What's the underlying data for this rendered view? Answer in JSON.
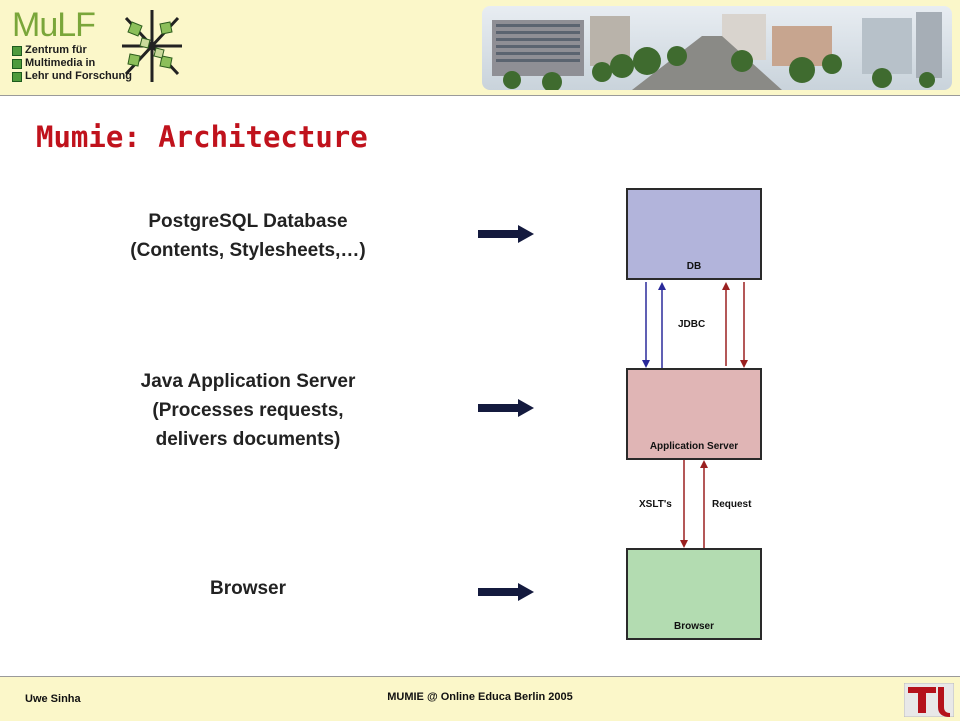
{
  "header": {
    "logo": {
      "name": "MuLF",
      "lines": [
        "Zentrum für",
        "Multimedia in",
        "Lehr und Forschung"
      ]
    }
  },
  "slide": {
    "title": "Mumie: Architecture"
  },
  "layers": [
    {
      "lines": [
        "PostgreSQL Database",
        "(Contents, Stylesheets,…)"
      ],
      "box_label": "DB",
      "box_color": "#b2b4db"
    },
    {
      "lines": [
        "Java Application Server",
        "(Processes requests,",
        "delivers documents)"
      ],
      "box_label": "Application Server",
      "box_color": "#e0b5b5"
    },
    {
      "lines": [
        "Browser"
      ],
      "box_label": "Browser",
      "box_color": "#b3dcb1"
    }
  ],
  "connections": {
    "db_app": "JDBC",
    "app_browser_down": "XSLT's",
    "app_browser_up": "Request"
  },
  "colors": {
    "title": "#c0121c",
    "arrow": "#141a3e",
    "blue_connector": "#2a2a9a",
    "red_connector": "#9a2020",
    "header_bg": "#fbf7c9"
  },
  "footer": {
    "author": "Uwe Sinha",
    "event": "MUMIE @ Online Educa Berlin 2005"
  }
}
